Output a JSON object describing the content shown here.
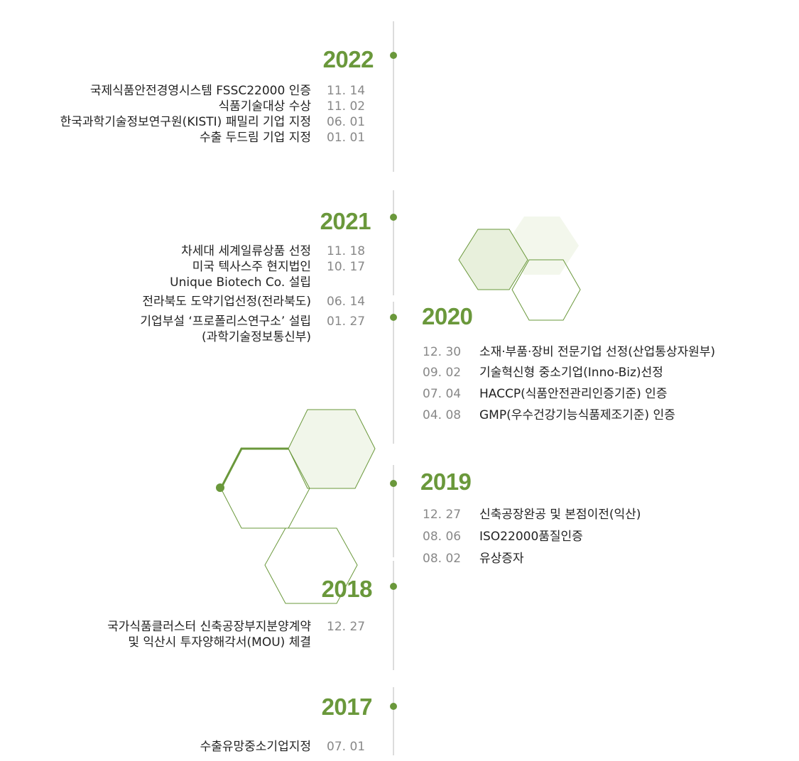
{
  "timeline": {
    "accent_color": "#6a983b",
    "years": [
      {
        "year": "2022",
        "side": "left",
        "events": [
          {
            "text": "국제식품안전경영시스템 FSSC22000 인증",
            "date": "11. 14"
          },
          {
            "text": "식품기술대상 수상",
            "date": "11. 02"
          },
          {
            "text": "한국과학기술정보연구원(KISTI) 패밀리 기업 지정",
            "date": "06. 01"
          },
          {
            "text": "수출 두드림 기업 지정",
            "date": "01. 01"
          }
        ]
      },
      {
        "year": "2021",
        "side": "left",
        "events": [
          {
            "text": "차세대 세계일류상품 선정",
            "date": "11. 18"
          },
          {
            "text": "미국 텍사스주 현지법인",
            "text2": "Unique Biotech Co. 설립",
            "date": "10. 17"
          },
          {
            "text": "전라북도 도약기업선정(전라북도)",
            "date": "06. 14"
          },
          {
            "text": "기업부설 ‘프로폴리스연구소’ 설립",
            "text2": "(과학기술정보통신부)",
            "date": "01. 27"
          }
        ]
      },
      {
        "year": "2020",
        "side": "right",
        "events": [
          {
            "date": "12. 30",
            "text": "소재·부품·장비 전문기업 선정(산업통상자원부)"
          },
          {
            "date": "09. 02",
            "text": "기술혁신형 중소기업(Inno-Biz)선정"
          },
          {
            "date": "07. 04",
            "text": "HACCP(식품안전관리인증기준) 인증"
          },
          {
            "date": "04. 08",
            "text": "GMP(우수건강기능식품제조기준) 인증"
          }
        ]
      },
      {
        "year": "2019",
        "side": "right",
        "events": [
          {
            "date": "12. 27",
            "text": "신축공장완공 및 본점이전(익산)"
          },
          {
            "date": "08. 06",
            "text": "ISO22000품질인증"
          },
          {
            "date": "08. 02",
            "text": "유상증자"
          }
        ]
      },
      {
        "year": "2018",
        "side": "left",
        "events": [
          {
            "text": "국가식품클러스터 신축공장부지분양계약",
            "text2": "및 익산시 투자양해각서(MOU) 체결",
            "date": "12. 27"
          }
        ]
      },
      {
        "year": "2017",
        "side": "left",
        "events": [
          {
            "text": "수출유망중소기업지정",
            "date": "07. 01"
          }
        ]
      }
    ]
  }
}
